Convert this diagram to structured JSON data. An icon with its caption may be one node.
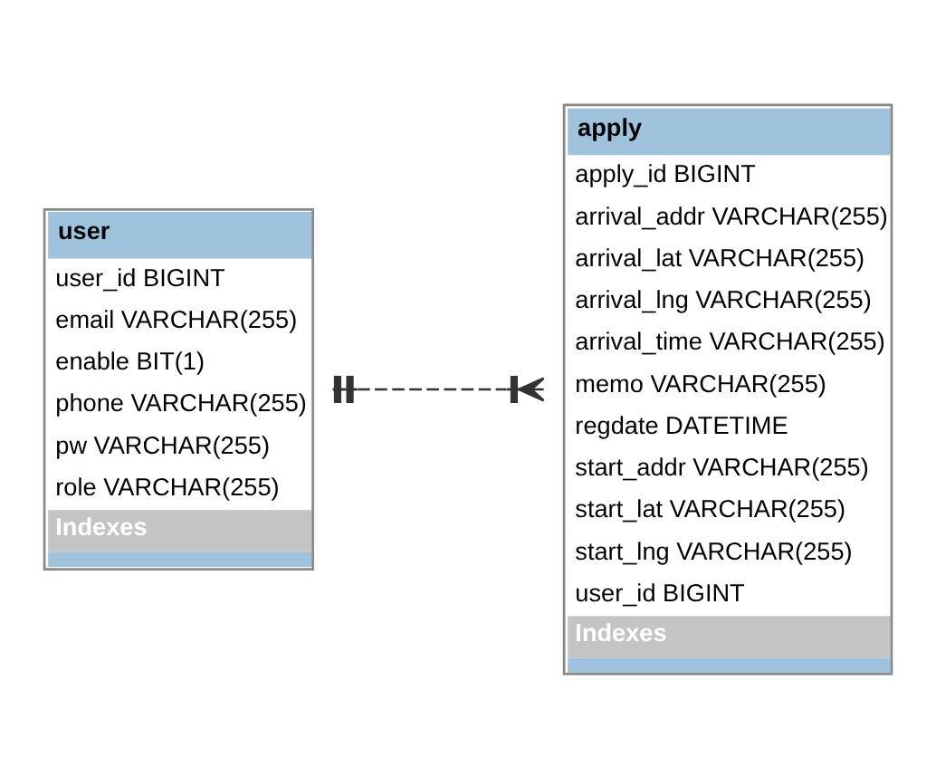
{
  "diagram": {
    "nodes": [
      {
        "text": [
          "user",
          "user_id BIGINT",
          "email VARCHAR(255)",
          "enable BIT(1)",
          "phone VARCHAR(255)",
          "pw VARCHAR(255)",
          "role VARCHAR(255)",
          "Indexes"
        ]
      },
      {
        "text": [
          "apply",
          "apply_id BIGINT",
          "arrival_addr VARCHAR(255)",
          "arrival_lat VARCHAR(255)",
          "arrival_lng VARCHAR(255)",
          "arrival_time VARCHAR(255)",
          "memo VARCHAR(255)",
          "regdate DATETIME",
          "start_addr VARCHAR(255)",
          "start_lat VARCHAR(255)",
          "start_lng VARCHAR(255)",
          "user_id BIGINT",
          "Indexes"
        ]
      }
    ],
    "edges": [
      {
        "from": 0,
        "to": 1,
        "arrow": "other",
        "style": "dashed"
      }
    ]
  }
}
